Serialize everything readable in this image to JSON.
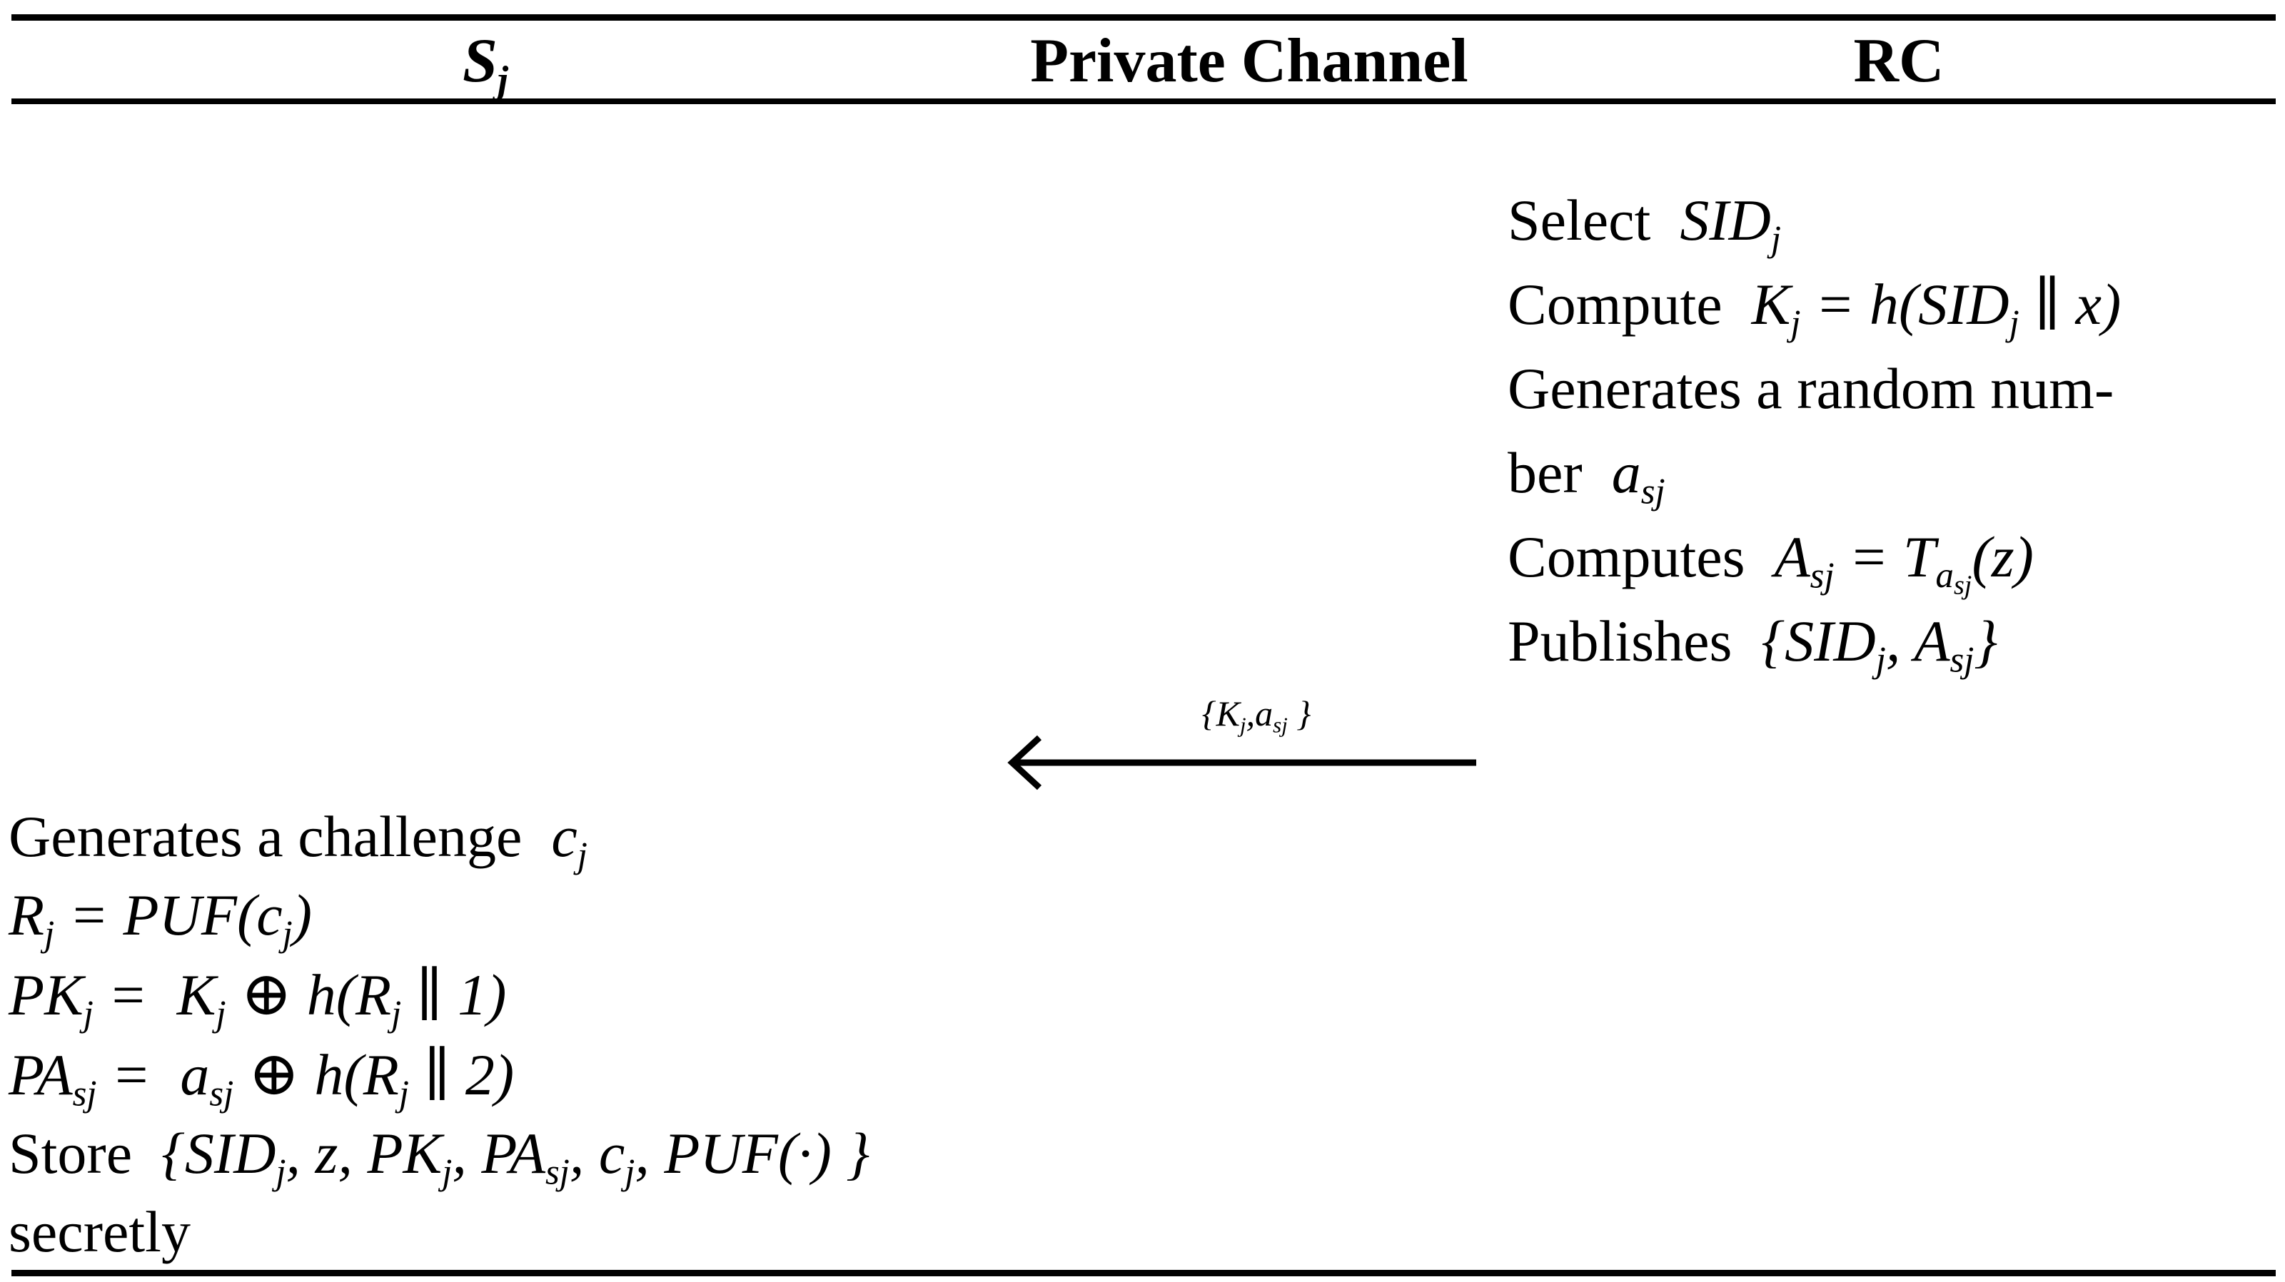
{
  "colors": {
    "ink": "#000000",
    "paper": "#ffffff"
  },
  "header": {
    "columns": [
      {
        "math": "S_{j}"
      },
      {
        "label": "Private Channel"
      },
      {
        "label": "RC"
      }
    ]
  },
  "rc_steps": [
    [
      {
        "word": "Select  "
      },
      {
        "math": "SID_{j}"
      }
    ],
    [
      {
        "word": "Compute  "
      },
      {
        "math": "K_{j} = h(SID_{j} ∥ x)"
      }
    ],
    [
      {
        "word": "Generates a random num-"
      }
    ],
    [
      {
        "word": "ber  "
      },
      {
        "math": "a_{sj}"
      }
    ],
    [
      {
        "word": "Computes  "
      },
      {
        "math": "A_{sj} = T_{a_{sj}}(z)"
      }
    ],
    [
      {
        "word": "Publishes  "
      },
      {
        "math": "{SID_{j}, A_{sj}}"
      }
    ]
  ],
  "message": {
    "label_math": "{K_{j},a_{sj} }",
    "direction": "left"
  },
  "sj_steps": [
    [
      {
        "word": "Generates a challenge  "
      },
      {
        "math": "c_{j}"
      }
    ],
    [
      {
        "math": "R_{j} = PUF(c_{j})"
      }
    ],
    [
      {
        "math": "PK_{j} =  K_{j} ⊕ h(R_{j} ∥ 1)"
      }
    ],
    [
      {
        "math": "PA_{sj} =  a_{sj} ⊕ h(R_{j} ∥ 2)"
      }
    ],
    [
      {
        "word": "Store  "
      },
      {
        "math": "{SID_{j}, z, PK_{j}, PA_{sj}, c_{j}, PUF(·) }"
      }
    ],
    [
      {
        "word": "secretly"
      }
    ]
  ]
}
